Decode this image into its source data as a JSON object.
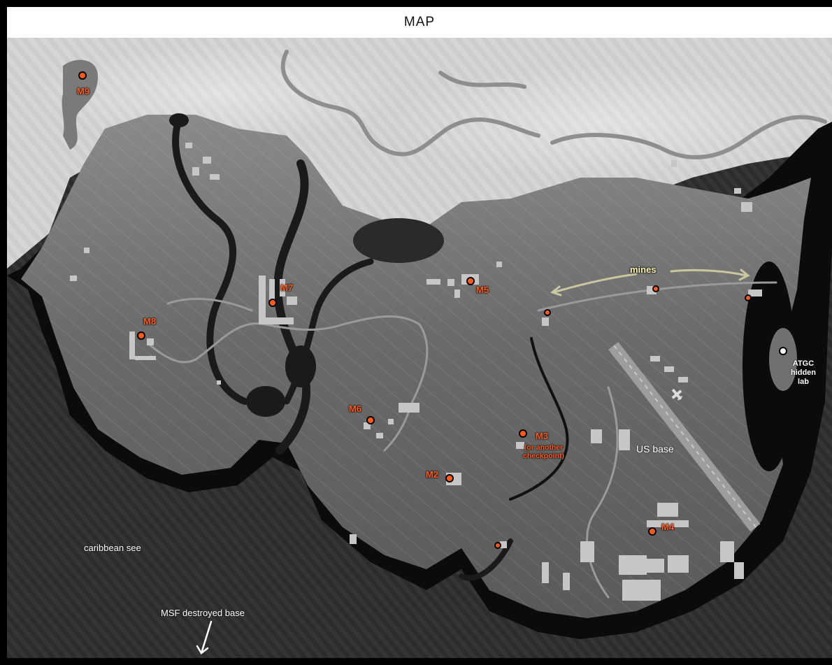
{
  "title": "MAP",
  "colors": {
    "sea": "#2e2e2e",
    "coast": "#0b0b0b",
    "land": "#6e6e6e",
    "highland": "#c9c9c9",
    "marker": "#ff5a1a",
    "mines_label": "#fff3b0"
  },
  "markers": [
    {
      "id": "M9",
      "label": "M9"
    },
    {
      "id": "M8",
      "label": "M8"
    },
    {
      "id": "M7",
      "label": "M7"
    },
    {
      "id": "M6",
      "label": "M6"
    },
    {
      "id": "M5",
      "label": "M5"
    },
    {
      "id": "M3",
      "label": "M3",
      "note": "(or another checkpoint)"
    },
    {
      "id": "M2",
      "label": "M2"
    },
    {
      "id": "M4",
      "label": "M4"
    }
  ],
  "places": {
    "mines": "mines",
    "us_base": "US base",
    "atgc_lab": "ATGC hidden lab",
    "sea": "caribbean see",
    "msf_base": "MSF destroyed base"
  },
  "icons": [
    "arrow-icon",
    "airplane-icon"
  ]
}
